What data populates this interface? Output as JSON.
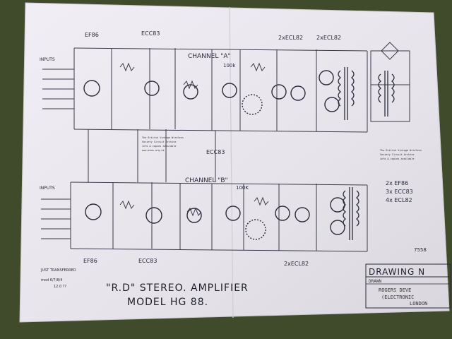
{
  "channel_a": "CHANNEL \"A\"",
  "channel_b": "CHANNEL \"B\"",
  "input_top": "INPUTS",
  "input_bottom": "INPUTS",
  "tube_ef86_top": "EF86",
  "tube_ecc83_top": "ECC83",
  "tube_ecl82_a1": "2xECL82",
  "tube_ecl82_a2": "2xECL82",
  "tube_ecc83_mid": "ECC83",
  "tube_ef86_bottom": "EF86",
  "tube_ecc83_bottom": "ECC83",
  "tube_ecl82_b": "2xECL82",
  "pot_a": "100k",
  "pot_b": "100K",
  "list_line1": "2x EF86",
  "list_line2": "3x ECC83",
  "list_line3": "4x ECL82",
  "note_line1": "JUST TRANSFERRED",
  "note_line2": "mod 6/7/8/4",
  "note_line3": "12.0 ??",
  "title_line1": "\"R.D\" STEREO. AMPLIFIER",
  "title_line2": "MODEL HG 88.",
  "drawing_no": "DRAWING N",
  "drawn": "DRAWN",
  "company1": "ROGERS DEVE",
  "company2": "(ELECTRONIC",
  "company3": "LONDON",
  "stamp_top_lines": [
    "The British Vintage Wireless",
    "Society Circuit Archive",
    "info & copies available",
    "www.bvws.org.uk"
  ],
  "stamp_right_lines": [
    "The British Vintage Wireless",
    "Society Circuit Archive",
    "info & copies available"
  ],
  "corner_number": "7558",
  "colors": {
    "paper": "#ebe8ef",
    "ink": "#2b2b3b",
    "carpet": "#3b4628"
  }
}
